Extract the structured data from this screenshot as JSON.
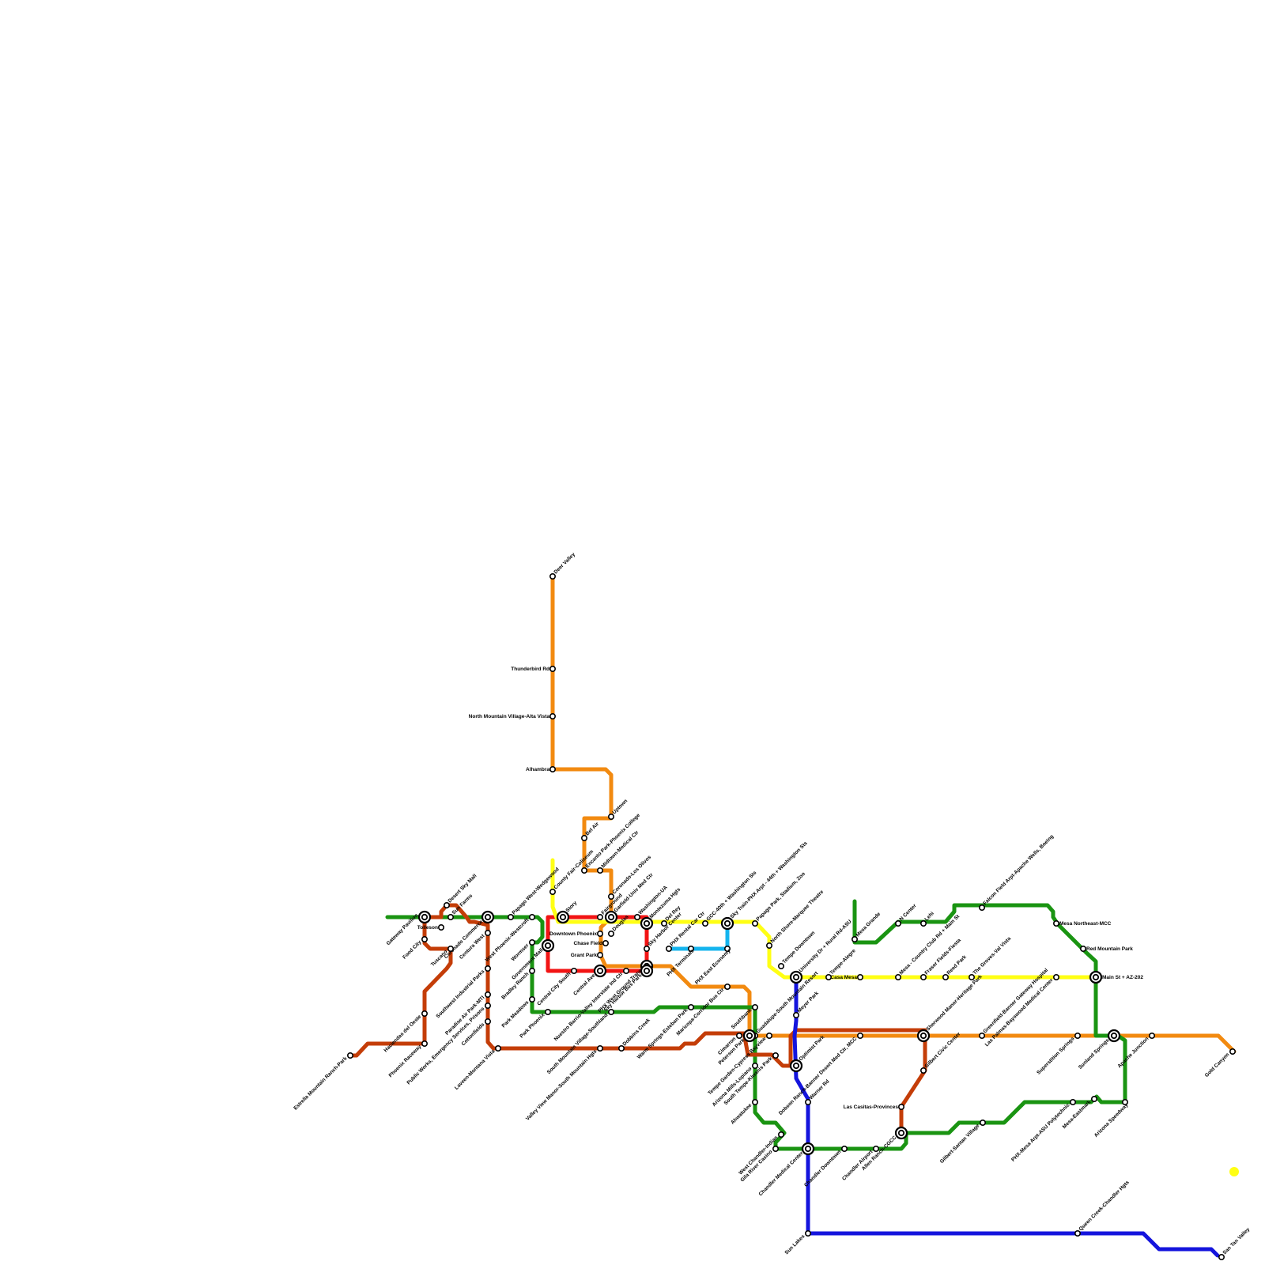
{
  "map": {
    "lines": [
      {
        "id": "orange",
        "color": "#f28a10"
      },
      {
        "id": "red",
        "color": "#f21414"
      },
      {
        "id": "yellow",
        "color": "#ffff14"
      },
      {
        "id": "green",
        "color": "#1a9412"
      },
      {
        "id": "brown",
        "color": "#c43d08"
      },
      {
        "id": "blue",
        "color": "#1414dd"
      },
      {
        "id": "cyan",
        "color": "#14b4ee"
      }
    ],
    "stations": {
      "deer_valley": "Deer Valley",
      "thunderbird": "Thunderbird Rd",
      "north_mountain": "North Mountain Village-Alta Vista",
      "alhambra": "Alhambra",
      "uptown": "Uptown",
      "bel_air": "Bel Air",
      "encanto": "Encanto Park-Phoenix College",
      "midtown_medical": "Midtown-Medical Ctr",
      "coronado": "Coronado-Los Olivos",
      "county_fair": "County Fair-Coliseum",
      "story": "Story",
      "fairground": "Fairground",
      "garfield": "Garfield-Univ Med Ctr",
      "washington_ua": "Washington-UA",
      "eastlake": "Eastlake",
      "douglas": "Douglas",
      "montezuma": "Montezuma Hgts",
      "del_rey": "Del Rey",
      "sky_harbor_center": "Sky Harbor Center",
      "phx_rental": "PHX Rental Car Ctr",
      "gcc_40th": "GCC-40th + Washington Sts",
      "sky_train_44th": "Sky Train-PHX Arpt - 44th + Washington Sts",
      "papago_park": "Papago Park, Stadium, Zoo",
      "phx_terminals": "PHX Terminals",
      "phx_east_economy": "PHX East Economy",
      "phx_west_ground": "PHX West Ground Trans",
      "north_shore": "North Shore-Marquee Theatre",
      "tempe_downtown": "Tempe Downtown",
      "university_rural": "University Dr + Rural Rd-ASU",
      "tempe_alegre": "Tempe-Alegre",
      "casa_mesa": "Casa Mesa",
      "mesa_grande": "Mesa Grande",
      "n_center": "N Center",
      "lehi": "Lehi",
      "mesa_country_club": "Mesa - Country Club Rd + Main St",
      "fraser_fields": "Fraser Fields-Fiesta",
      "reed_park": "Reed Park",
      "the_groves": "The Groves-Val Vista",
      "falcon_field": "Falcon Field Arpt-Apache Wells, Boeing",
      "mesa_northeast": "Mesa Northeast-MCC",
      "red_mountain": "Red Mountain Park",
      "main_202": "Main St + AZ-202",
      "superstition": "Superstition Springs",
      "sunland": "Sunland Springs",
      "apache_junction": "Apache Junction",
      "gold_canyon": "Gold Canyon",
      "arizona_speedway": "Arizona Speedway",
      "mesa_eastmark": "Mesa-Eastmark",
      "phx_mesa_gateway": "PHX-Mesa Arpt-ASU Polytechnic",
      "queen_creek": "Queen Creek-Chandler Hgts",
      "san_tan": "San Tan Valley",
      "gilbert_santan": "Gilbert-Santan Village",
      "greenfield": "Greenfield-Banner Gateway Hospital",
      "las_palmas": "Las Palmas-Bayswood Medical Center",
      "sherwood": "Sherwood Manor-Heritage Park",
      "gilbert_civic": "Gilbert Civic Center",
      "las_casitas": "Las Casitas-Provinces",
      "allen_ranch": "Allen Ranch-CGCC",
      "chandler_airport": "Chandler Airport",
      "chandler_downtown": "Chandler Downtown",
      "chandler_medical": "Chandler Medical Center",
      "warner": "Warner Rd",
      "sun_lakes": "Sun Lakes",
      "dobson": "Dobson Ranch-Banner Desert Med Ctr, MCC",
      "optimist": "Optimist Park",
      "meyer": "Meyer Park",
      "sw_mesa": "Tempe Garden-Cypress Bayview",
      "mountain_resort": "Guadalupe-South Mountain Resort",
      "south_tempe": "South Tempe-Kiwanis Park",
      "arizona_mills": "Arizona Mills-Lopiano",
      "cimarron": "Cimarron",
      "peterson": "Peterson Park",
      "ahwatukee": "Ahwatukee",
      "west_chandler": "West Chandler-Indian",
      "gila_river": "Gila River Casino",
      "southbank": "Southbank",
      "maricopa_corridor": "Maricopa-Corridor Bus Ctr",
      "warmsprings": "Warm Springs-Esteban Park",
      "dobbins": "Dobbins Creek",
      "valley_view": "Valley View Manor-South Mountain Hgts",
      "south_mountain_southland": "South Mountain Village-Southland",
      "nuestro": "Nuestro Barrio-Valley Interstate Ind Ctr",
      "sky_harbor_bus": "Sky Harbor Bus Park",
      "central_city_south": "Central City South",
      "central_ave": "Central Ave",
      "grant_park": "Grant Park",
      "chase_field": "Chase Field",
      "downtown_phx": "Downtown Phoenix",
      "government_mall": "Government Mall",
      "wormser": "Wormser",
      "bradley_ranch": "Bradley Ranch",
      "park_meadows": "Park Meadows",
      "park_phoenix": "Park Phoenix",
      "papago_west": "Papago West-Wedgewood",
      "west_phoenix": "West Phoenix-Westcroft",
      "centura_west": "Centura West",
      "sw_industrial": "Southwest Industrial Parks",
      "paradise_air": "Paradise Air Park-MTI",
      "public_works": "Public Works, Emergency Services, Prisons",
      "cottonfields": "Cottonfields",
      "laveen": "Laveen-Montana Vista",
      "gateway_pavilion": "Gateway Pavilion",
      "desert_sky": "Desert Sky Mall",
      "tolleson": "Tolleson",
      "sun_farms": "Sun Farms",
      "coronado_commerce": "Coronado Commerce",
      "tuscano": "Tuscano",
      "food_city": "Food City",
      "haciendas": "Haciendas del Oeste",
      "phoenix_raceway": "Phoenix Raceway",
      "estrella": "Estrella Mountain Ranch-Park"
    }
  }
}
